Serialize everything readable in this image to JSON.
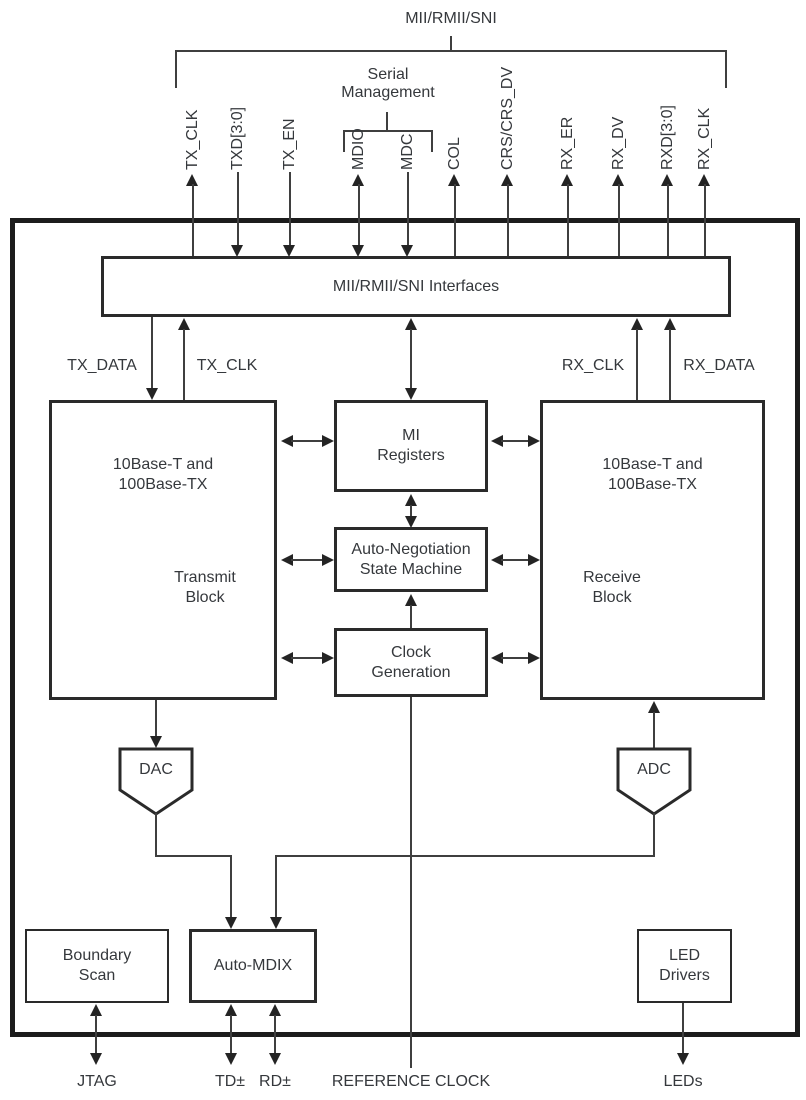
{
  "title": "MII/RMII/SNI",
  "serial_management": {
    "line1": "Serial",
    "line2": "Management"
  },
  "top_signals": [
    {
      "label": "TX_CLK",
      "direction": "output"
    },
    {
      "label": "TXD[3:0]",
      "direction": "input"
    },
    {
      "label": "TX_EN",
      "direction": "input"
    },
    {
      "label": "MDIO",
      "direction": "bidirectional"
    },
    {
      "label": "MDC",
      "direction": "input"
    },
    {
      "label": "COL",
      "direction": "output"
    },
    {
      "label": "CRS/CRS_DV",
      "direction": "output"
    },
    {
      "label": "RX_ER",
      "direction": "output"
    },
    {
      "label": "RX_DV",
      "direction": "output"
    },
    {
      "label": "RXD[3:0]",
      "direction": "output"
    },
    {
      "label": "RX_CLK",
      "direction": "output"
    }
  ],
  "interfaces_box": "MII/RMII/SNI Interfaces",
  "internal_buses": {
    "tx_data": "TX_DATA",
    "tx_clk": "TX_CLK",
    "rx_clk": "RX_CLK",
    "rx_data": "RX_DATA"
  },
  "blocks": {
    "transmit": {
      "standards_line1": "10Base-T and",
      "standards_line2": "100Base-TX",
      "name_line1": "Transmit",
      "name_line2": "Block"
    },
    "receive": {
      "standards_line1": "10Base-T and",
      "standards_line2": "100Base-TX",
      "name_line1": "Receive",
      "name_line2": "Block"
    },
    "mi_registers": {
      "line1": "MI",
      "line2": "Registers"
    },
    "autoneg": {
      "line1": "Auto-Negotiation",
      "line2": "State Machine"
    },
    "clock_gen": {
      "line1": "Clock",
      "line2": "Generation"
    },
    "dac": "DAC",
    "adc": "ADC",
    "boundary_scan": {
      "line1": "Boundary",
      "line2": "Scan"
    },
    "auto_mdix": "Auto-MDIX",
    "led_drivers": {
      "line1": "LED",
      "line2": "Drivers"
    }
  },
  "external_ports": {
    "jtag": "JTAG",
    "td": "TD±",
    "rd": "RD±",
    "reference_clock": "REFERENCE CLOCK",
    "leds": "LEDs"
  },
  "colors": {
    "background": "#ffffff",
    "line": "#3f3f3f",
    "arrow": "#242424",
    "chip_border": "#1c1c1c",
    "text": "#35383c"
  }
}
